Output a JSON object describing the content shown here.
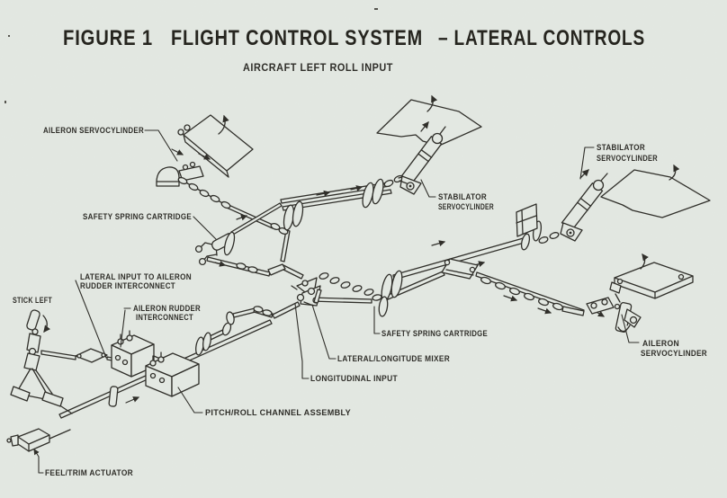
{
  "header": {
    "figure_label": "FIGURE 1",
    "system_label": "FLIGHT CONTROL SYSTEM",
    "controls_label": "– LATERAL CONTROLS",
    "subtitle": "AIRCRAFT LEFT ROLL INPUT"
  },
  "labels": {
    "aileron_servo_left": "AILERON SERVOCYLINDER",
    "safety_spring_left": "SAFETY SPRING CARTRIDGE",
    "stab_servo_center_1": "STABILATOR",
    "stab_servo_center_2": "SERVOCYLINDER",
    "stab_servo_right_1": "STABILATOR",
    "stab_servo_right_2": "SERVOCYLINDER",
    "lateral_input_1": "LATERAL INPUT TO AILERON",
    "lateral_input_2": "RUDDER INTERCONNECT",
    "stick_left": "STICK LEFT",
    "aileron_rudder_1": "AILERON RUDDER",
    "aileron_rudder_2": "INTERCONNECT",
    "safety_spring_right": "SAFETY SPRING CARTRIDGE",
    "mixer": "LATERAL/LONGITUDE MIXER",
    "longitudinal_input": "LONGITUDINAL INPUT",
    "aileron_servo_right_1": "AILERON",
    "aileron_servo_right_2": "SERVOCYLINDER",
    "pitch_roll": "PITCH/ROLL CHANNEL ASSEMBLY",
    "feel_trim": "FEEL/TRIM ACTUATOR"
  },
  "colors": {
    "paper": "#e3e8e2",
    "ink": "#302f2a"
  }
}
